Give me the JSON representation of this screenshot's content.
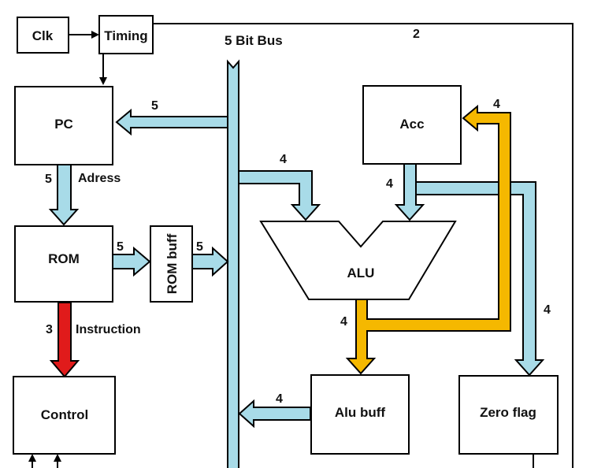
{
  "colors": {
    "bus": "#a8dbe8",
    "alu_path": "#f5b800",
    "instruction": "#e01b1b",
    "outline": "#000000"
  },
  "blocks": {
    "clk": "Clk",
    "timing": "Timing",
    "pc": "PC",
    "rom": "ROM",
    "rom_buff": "ROM buff",
    "control": "Control",
    "acc": "Acc",
    "alu": "ALU",
    "alu_buff": "Alu buff",
    "zero_flag": "Zero flag"
  },
  "labels": {
    "bus_title": "5 Bit Bus",
    "clock_line": "2",
    "bus_to_pc": "5",
    "pc_to_rom_width": "5",
    "pc_to_rom_name": "Adress",
    "rom_to_buff": "5",
    "buff_to_bus": "5",
    "bus_to_alu": "4",
    "acc_to_alu": "4",
    "alu_to_acc": "4",
    "alu_out": "4",
    "to_zero_flag": "4",
    "buff_to_bus_alu": "4",
    "instruction_width": "3",
    "instruction_name": "Instruction"
  }
}
